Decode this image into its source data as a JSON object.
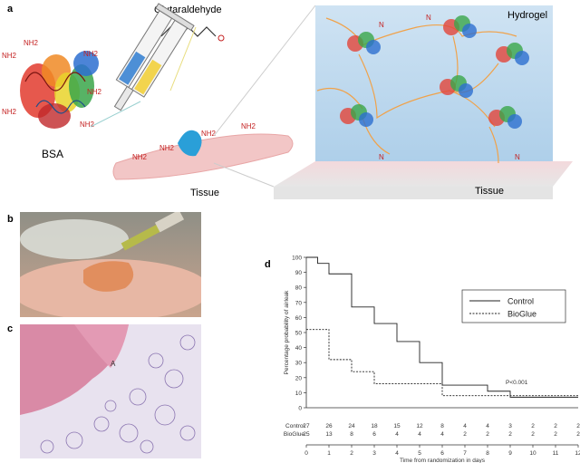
{
  "panels": {
    "a": {
      "label": "a",
      "bsa_label": "BSA",
      "glut_label": "Glutaraldehyde",
      "tissue_label": "Tissue",
      "hydrogel_label": "Hydrogel",
      "tissue_right_label": "Tissue",
      "amine_label": "NH2",
      "n_label": "N"
    },
    "b": {
      "label": "b"
    },
    "c": {
      "label": "c",
      "annotation": "A"
    },
    "d": {
      "label": "d"
    }
  },
  "chart_data": {
    "type": "line",
    "step": true,
    "xlabel": "Time from randomization in days",
    "ylabel": "Percentage probability of airleak",
    "xlim": [
      0,
      12
    ],
    "ylim": [
      0,
      100
    ],
    "x_ticks": [
      0,
      1,
      2,
      3,
      4,
      5,
      6,
      7,
      8,
      9,
      10,
      11,
      12
    ],
    "y_ticks": [
      0,
      10,
      20,
      30,
      40,
      50,
      60,
      70,
      80,
      90,
      100
    ],
    "annotation": "P<0.001",
    "legend_position": "top-right",
    "series": [
      {
        "name": "Control",
        "style": "solid",
        "x": [
          0,
          0.5,
          1,
          2,
          3,
          4,
          5,
          6,
          7,
          8,
          9,
          10,
          11,
          12
        ],
        "y": [
          100,
          96,
          89,
          67,
          56,
          44,
          30,
          15,
          15,
          11,
          7,
          7,
          7,
          7
        ],
        "at_risk_label": "Control",
        "at_risk": [
          "27",
          "26",
          "24",
          "18",
          "15",
          "12",
          "8",
          "4",
          "4",
          "3",
          "2",
          "2",
          "2"
        ]
      },
      {
        "name": "BioGlue",
        "style": "dashed",
        "x": [
          0,
          0.5,
          1,
          2,
          3,
          4,
          5,
          6,
          7,
          8,
          9,
          10,
          11,
          12
        ],
        "y": [
          52,
          52,
          32,
          24,
          16,
          16,
          16,
          8,
          8,
          8,
          8,
          8,
          8,
          8
        ],
        "at_risk_label": "BioGlue",
        "at_risk": [
          "25",
          "13",
          "8",
          "6",
          "4",
          "4",
          "4",
          "2",
          "2",
          "2",
          "2",
          "2",
          "2"
        ]
      }
    ]
  }
}
